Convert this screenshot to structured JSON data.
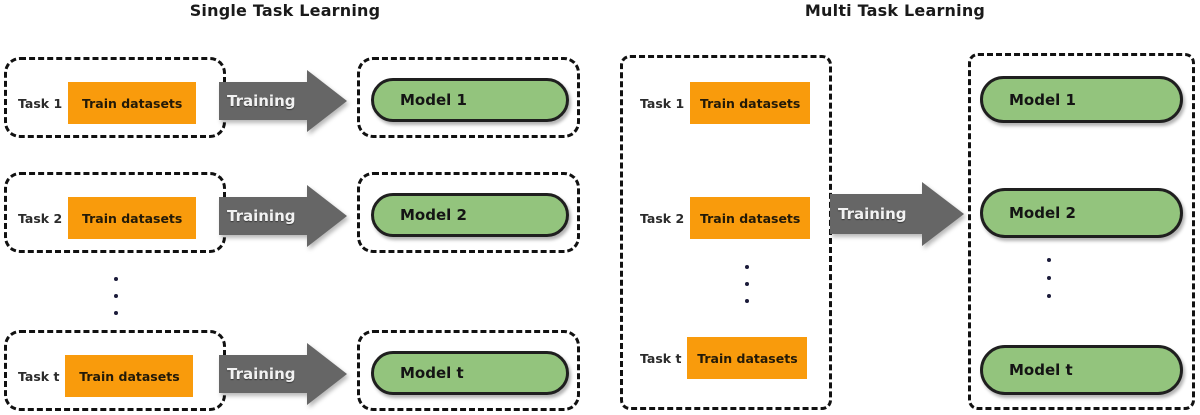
{
  "figure": {
    "kind": "concept-diagram",
    "colors": {
      "dataset_orange": "#F99B0C",
      "model_green": "#93C47D",
      "arrow_gray": "#666666",
      "outline_black": "#111111",
      "background": "#FFFFFF"
    }
  },
  "panels": {
    "stl": {
      "title": "Single Task Learning",
      "rows": [
        {
          "task_label": "Task 1",
          "dataset_label": "Train datasets",
          "arrow_label": "Training",
          "model_label": "Model 1"
        },
        {
          "task_label": "Task 2",
          "dataset_label": "Train datasets",
          "arrow_label": "Training",
          "model_label": "Model 2"
        },
        {
          "task_label": "Task t",
          "dataset_label": "Train datasets",
          "arrow_label": "Training",
          "model_label": "Model t"
        }
      ],
      "ellipsis": "⋮"
    },
    "mtl": {
      "title": "Multi Task Learning",
      "arrow_label": "Training",
      "tasks": [
        {
          "task_label": "Task 1",
          "dataset_label": "Train datasets"
        },
        {
          "task_label": "Task 2",
          "dataset_label": "Train datasets"
        },
        {
          "task_label": "Task t",
          "dataset_label": "Train datasets"
        }
      ],
      "models": [
        {
          "model_label": "Model 1"
        },
        {
          "model_label": "Model 2"
        },
        {
          "model_label": "Model t"
        }
      ],
      "ellipsis": "⋮"
    }
  }
}
